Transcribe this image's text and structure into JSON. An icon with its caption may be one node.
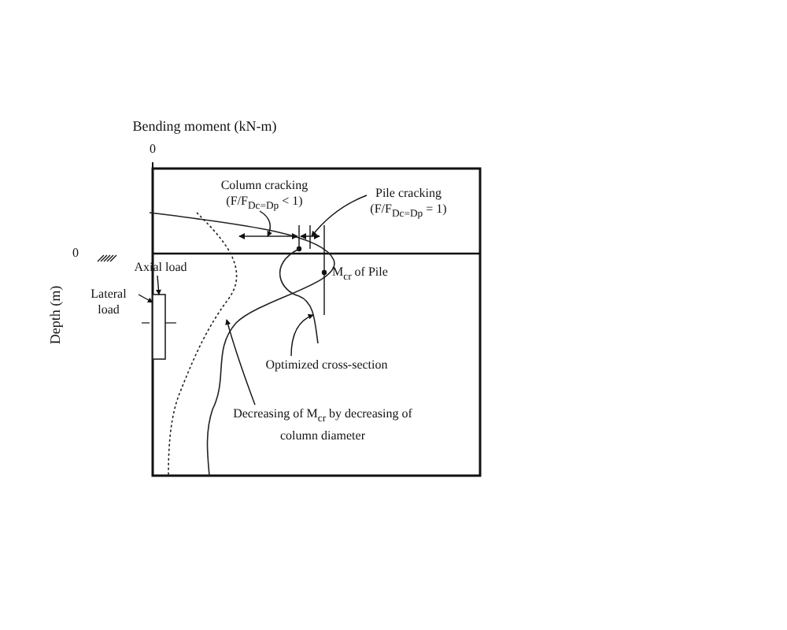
{
  "diagram": {
    "nodes": [
      {
        "text": [
          "Column cracking (F/F$_{Dc=Dp}$ < 1)"
        ]
      },
      {
        "text": [
          "Pile cracking (F/F$_{Dc=Dp}$ = 1)"
        ]
      },
      {
        "text": [
          "Optimized cross-section"
        ]
      },
      {
        "text": [
          "Decreasing of M$_{cr}$ by decreasing of column diameter"
        ]
      },
      {
        "text": [
          "Axial load"
        ]
      },
      {
        "text": [
          "Lateral load"
        ]
      },
      {
        "text": [],
        "shape": "box"
      },
      {
        "text": [],
        "shape": "line"
      },
      {
        "text": [],
        "shape": "line"
      },
      {
        "text": [],
        "shape": "curve"
      },
      {
        "text": [],
        "shape": "curve"
      }
    ],
    "edges": [
      {
        "from": 0,
        "to": 7,
        "arrow": "to"
      },
      {
        "from": 1,
        "to": 8,
        "arrow": "to"
      },
      {
        "from": 2,
        "to": 10,
        "arrow": "to"
      },
      {
        "from": 3,
        "to": 9,
        "arrow": "to"
      },
      {
        "from": 4,
        "to": 6,
        "arrow": "to"
      },
      {
        "from": 5,
        "to": 6,
        "arrow": "to"
      }
    ],
    "labels": [
      "Bending moment (kN-m)",
      "0",
      "0",
      "Depth (m)",
      "M$_{cr}$ of Pile"
    ]
  }
}
